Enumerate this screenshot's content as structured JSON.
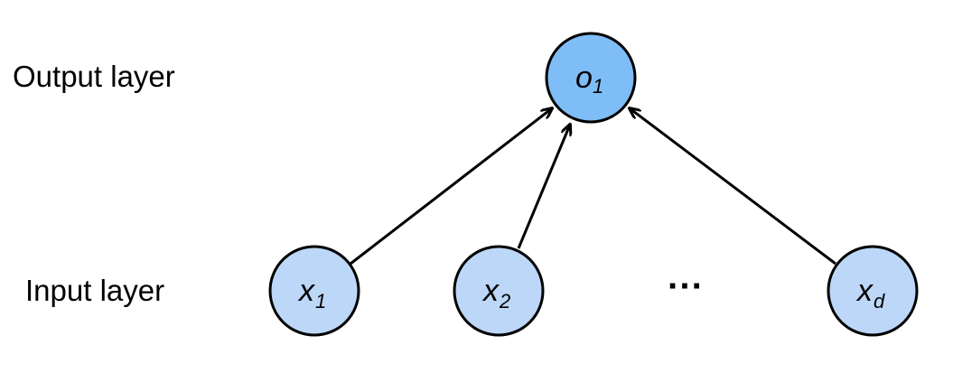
{
  "labels": {
    "output_layer": "Output layer",
    "input_layer": "Input layer"
  },
  "nodes": {
    "output": [
      {
        "main": "o",
        "sub": "1"
      }
    ],
    "input": [
      {
        "main": "x",
        "sub": "1"
      },
      {
        "main": "x",
        "sub": "2"
      },
      {
        "main": "x",
        "sub": "d"
      }
    ],
    "ellipsis": "···"
  },
  "colors": {
    "output_fill": "#7fbdf7",
    "input_fill": "#bcd7f7",
    "stroke": "#000000"
  }
}
